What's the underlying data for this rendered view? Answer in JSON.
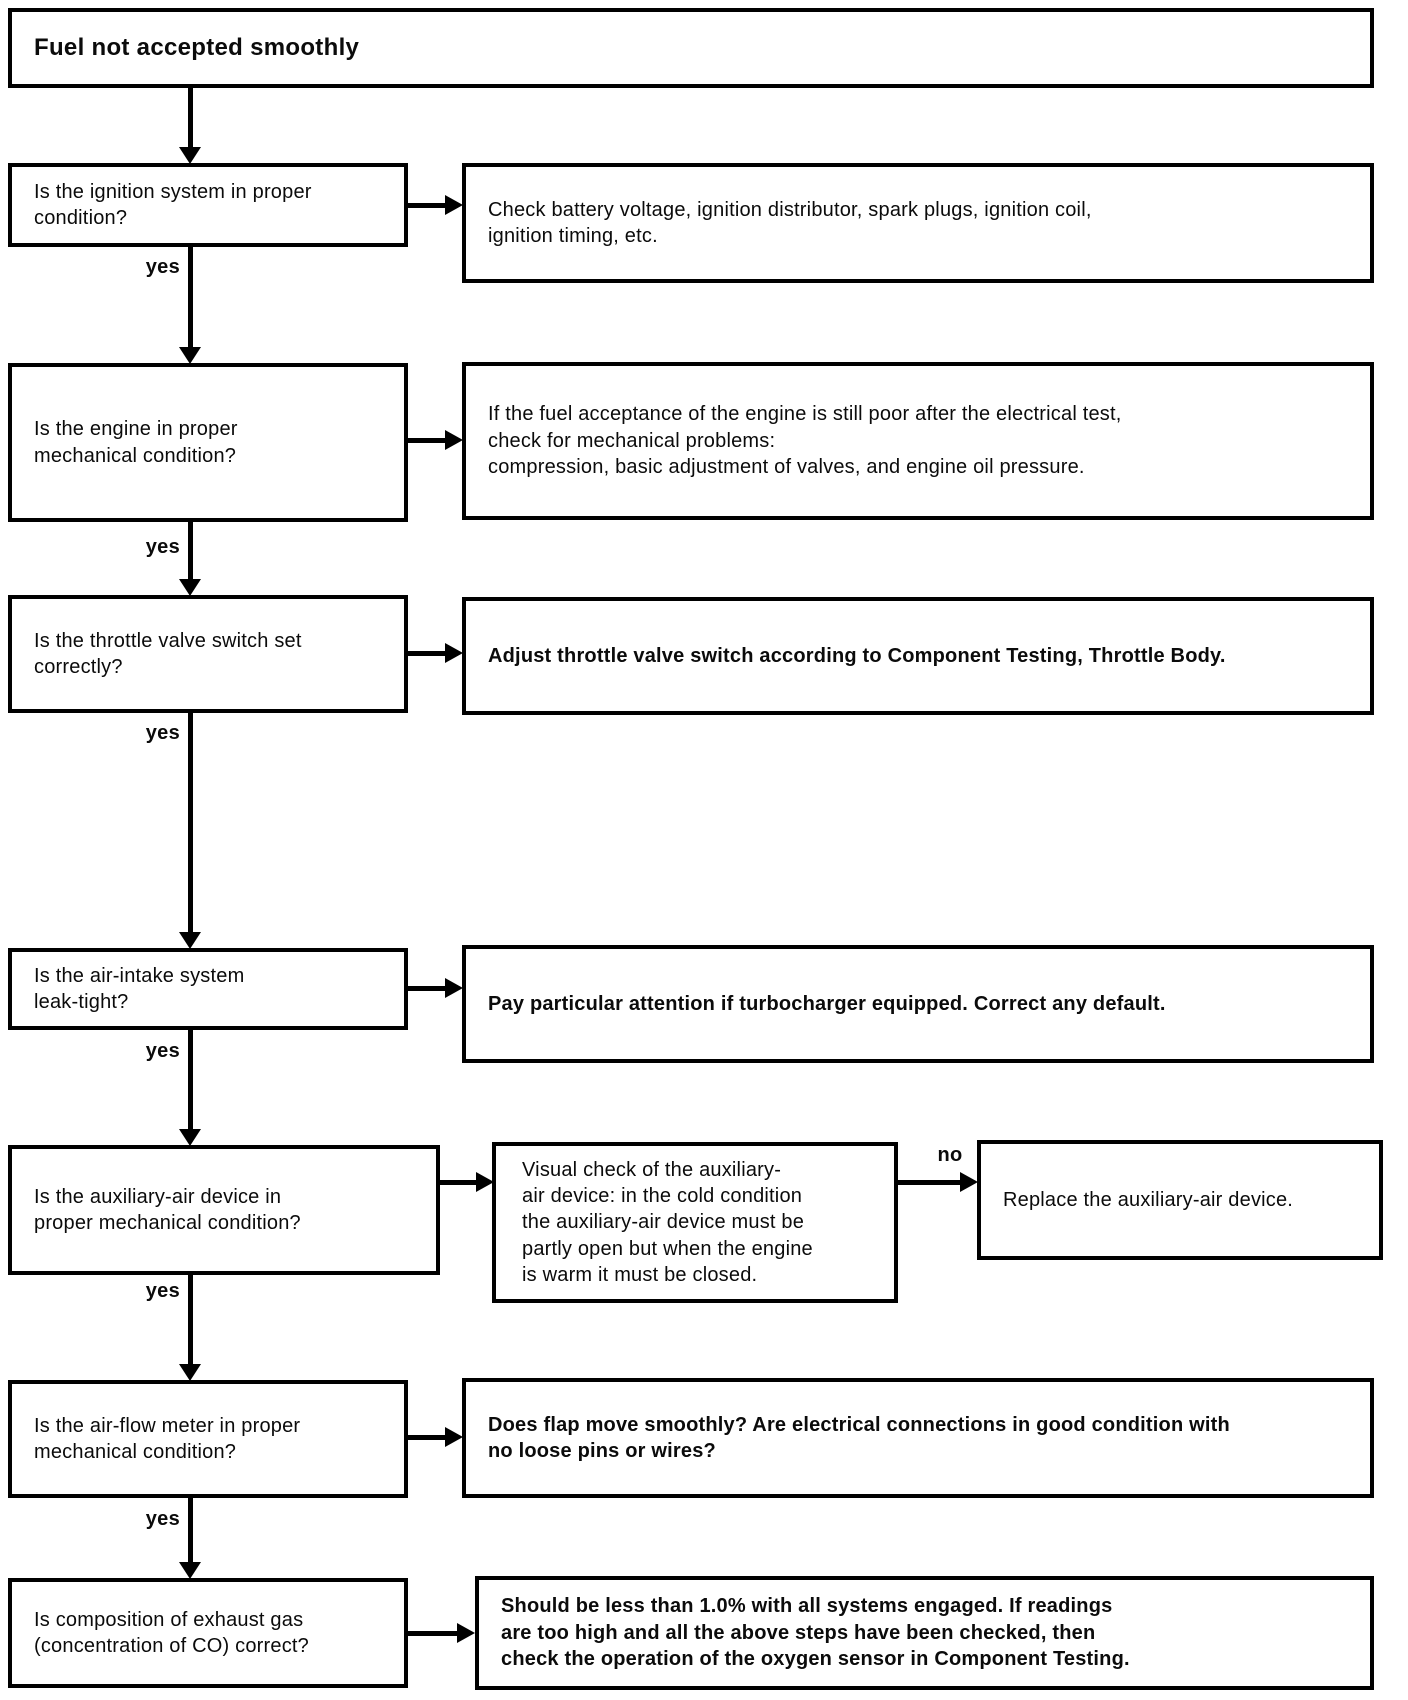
{
  "page": {
    "title": "Fuel not accepted smoothly"
  },
  "labels": {
    "yes": "yes",
    "no": "no"
  },
  "steps": [
    {
      "question": "Is the ignition system in proper\ncondition?",
      "action": "Check battery voltage, ignition distributor, spark plugs, ignition coil,\nignition timing, etc."
    },
    {
      "question": "Is the engine in proper\nmechanical condition?",
      "action": "If the fuel acceptance of the engine is still poor after the electrical test,\ncheck for mechanical problems:\ncompression, basic adjustment of valves, and engine oil pressure."
    },
    {
      "question": "Is the throttle valve switch set\ncorrectly?",
      "action": "Adjust throttle valve switch according to Component Testing,  Throttle Body."
    },
    {
      "question": "Is the air-intake system\nleak-tight?",
      "action": "Pay particular attention if turbocharger equipped. Correct any default."
    },
    {
      "question": "Is the auxiliary-air device in\nproper mechanical condition?",
      "action": "Visual check of the auxiliary-\nair device: in the cold condition\nthe auxiliary-air device must be\npartly open but when the engine\nis warm it must be closed.",
      "no_action": "Replace the auxiliary-air device."
    },
    {
      "question": "Is the air-flow meter in proper\nmechanical condition?",
      "action": "Does flap move smoothly? Are electrical connections in good  condition with\nno loose pins or wires?"
    },
    {
      "question": "Is composition of exhaust gas\n(concentration of CO) correct?",
      "action": "Should be less than 1.0% with all systems engaged.  If readings\nare too high and all the above steps have been checked, then\ncheck the operation of the oxygen sensor in Component Testing."
    }
  ]
}
